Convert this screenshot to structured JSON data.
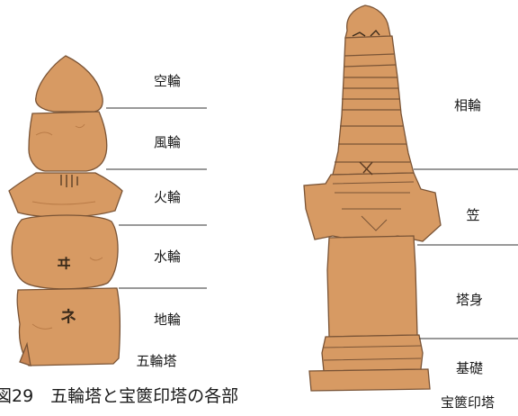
{
  "caption": "図29　五輪塔と宝篋印塔の各部",
  "gorinto": {
    "title": "五輪塔",
    "parts": [
      "空輪",
      "風輪",
      "火輪",
      "水輪",
      "地輪"
    ],
    "inscriptions": [
      "ヰ",
      "ネ"
    ]
  },
  "hokyointo": {
    "title": "宝篋印塔",
    "parts": [
      "相輪",
      "笠",
      "塔身",
      "基礎"
    ]
  },
  "colors": {
    "stone": "#d79a63",
    "stone_dark": "#b97b47",
    "outline": "#7a5436",
    "line": "#333333"
  }
}
